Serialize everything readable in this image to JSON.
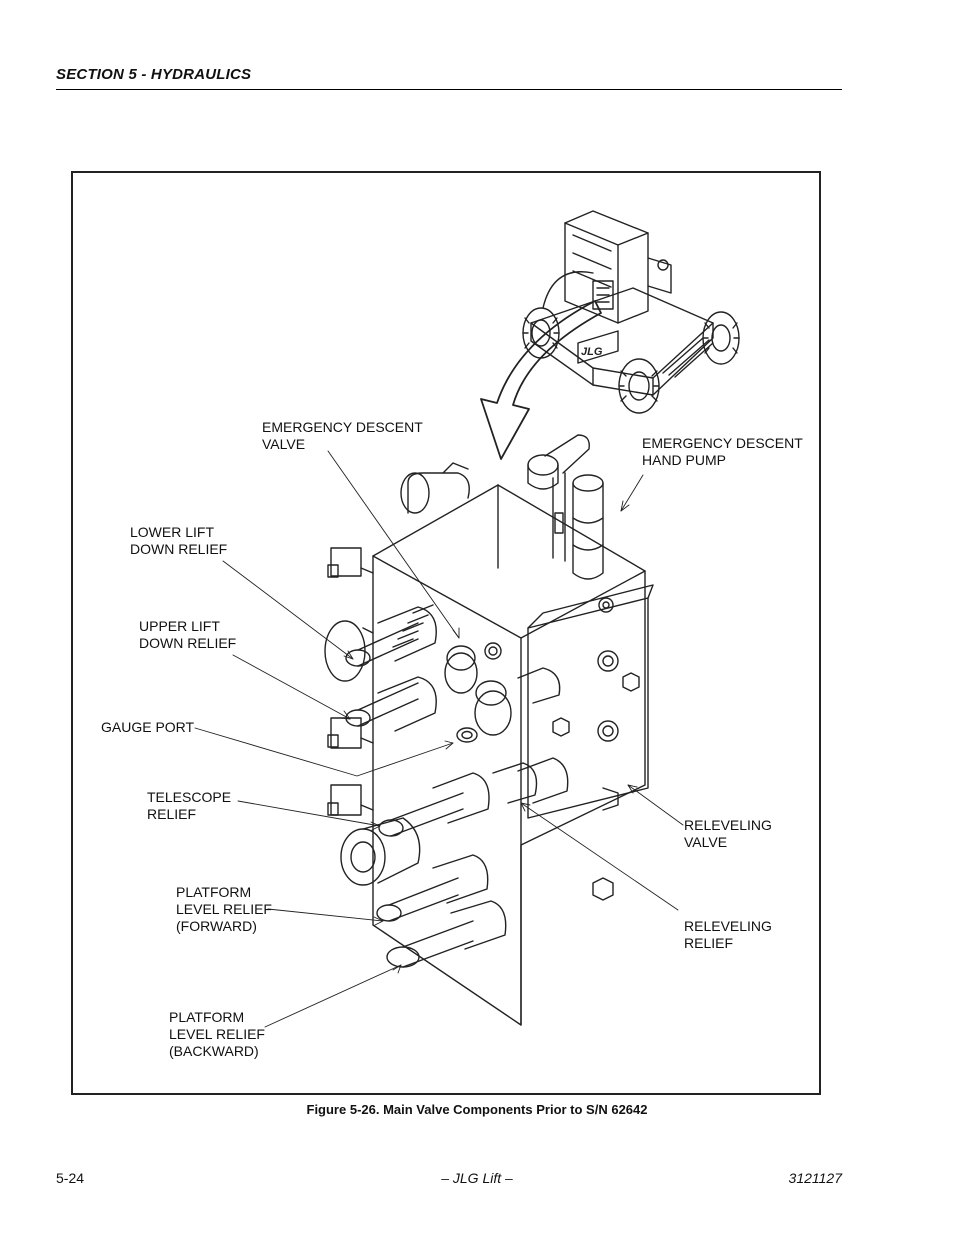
{
  "header": {
    "section_title": "SECTION 5 - HYDRAULICS"
  },
  "figure": {
    "callouts": [
      "EMERGENCY DESCENT\nVALVE",
      "EMERGENCY DESCENT\nHAND PUMP",
      "LOWER LIFT\nDOWN RELIEF",
      "UPPER LIFT\nDOWN RELIEF",
      "GAUGE PORT",
      "TELESCOPE\nRELIEF",
      "RELEVELING\nVALVE",
      "PLATFORM\nLEVEL RELIEF\n(FORWARD)",
      "RELEVELING\n RELIEF",
      "PLATFORM\nLEVEL RELIEF\n(BACKWARD)"
    ],
    "machine_logo": "JLG",
    "caption": "Figure 5-26.  Main Valve Components Prior to S/N 62642"
  },
  "footer": {
    "page_number": "5-24",
    "center_text": "– JLG Lift –",
    "document_number": "3121127"
  }
}
